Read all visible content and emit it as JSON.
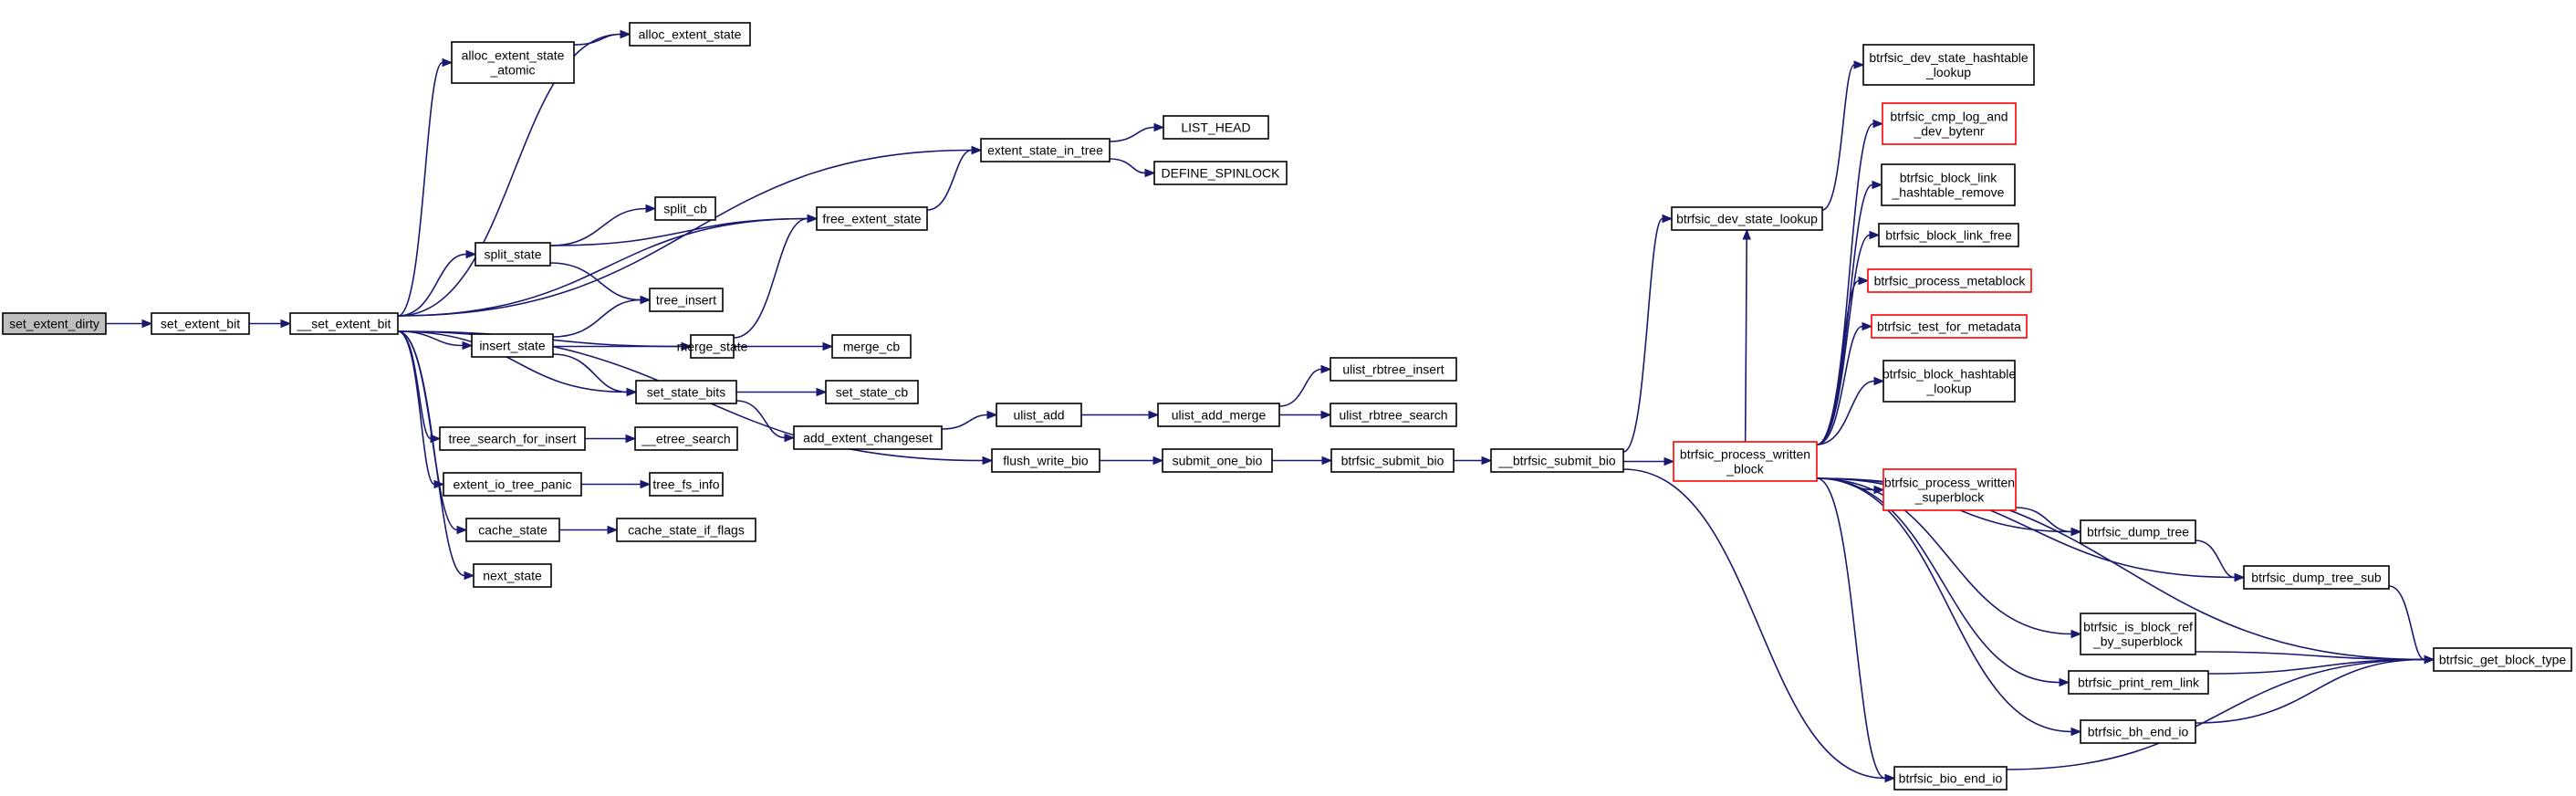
{
  "colors": {
    "edge": "#191970",
    "node_border": "#000000",
    "node_border_truncated": "#ff0000",
    "root_fill": "#bfbfbf",
    "background": "#ffffff"
  },
  "nodes": [
    {
      "id": "set_extent_dirty",
      "lines": [
        "set_extent_dirty"
      ],
      "kind": "root"
    },
    {
      "id": "set_extent_bit",
      "lines": [
        "set_extent_bit"
      ]
    },
    {
      "id": "__set_extent_bit",
      "lines": [
        "__set_extent_bit"
      ]
    },
    {
      "id": "alloc_extent_state",
      "lines": [
        "alloc_extent_state"
      ]
    },
    {
      "id": "alloc_extent_state_atomic",
      "lines": [
        "alloc_extent_state",
        "_atomic"
      ]
    },
    {
      "id": "extent_state_in_tree",
      "lines": [
        "extent_state_in_tree"
      ]
    },
    {
      "id": "LIST_HEAD",
      "lines": [
        "LIST_HEAD"
      ]
    },
    {
      "id": "DEFINE_SPINLOCK",
      "lines": [
        "DEFINE_SPINLOCK"
      ]
    },
    {
      "id": "free_extent_state",
      "lines": [
        "free_extent_state"
      ]
    },
    {
      "id": "split_cb",
      "lines": [
        "split_cb"
      ]
    },
    {
      "id": "split_state",
      "lines": [
        "split_state"
      ]
    },
    {
      "id": "tree_insert",
      "lines": [
        "tree_insert"
      ]
    },
    {
      "id": "insert_state",
      "lines": [
        "insert_state"
      ]
    },
    {
      "id": "merge_state",
      "lines": [
        "merge_state"
      ]
    },
    {
      "id": "merge_cb",
      "lines": [
        "merge_cb"
      ]
    },
    {
      "id": "set_state_bits",
      "lines": [
        "set_state_bits"
      ]
    },
    {
      "id": "set_state_cb",
      "lines": [
        "set_state_cb"
      ]
    },
    {
      "id": "tree_search_for_insert",
      "lines": [
        "tree_search_for_insert"
      ]
    },
    {
      "id": "__etree_search",
      "lines": [
        "__etree_search"
      ]
    },
    {
      "id": "add_extent_changeset",
      "lines": [
        "add_extent_changeset"
      ]
    },
    {
      "id": "ulist_add",
      "lines": [
        "ulist_add"
      ]
    },
    {
      "id": "ulist_add_merge",
      "lines": [
        "ulist_add_merge"
      ]
    },
    {
      "id": "ulist_rbtree_insert",
      "lines": [
        "ulist_rbtree_insert"
      ]
    },
    {
      "id": "ulist_rbtree_search",
      "lines": [
        "ulist_rbtree_search"
      ]
    },
    {
      "id": "flush_write_bio",
      "lines": [
        "flush_write_bio"
      ]
    },
    {
      "id": "submit_one_bio",
      "lines": [
        "submit_one_bio"
      ]
    },
    {
      "id": "btrfsic_submit_bio",
      "lines": [
        "btrfsic_submit_bio"
      ]
    },
    {
      "id": "__btrfsic_submit_bio",
      "lines": [
        "__btrfsic_submit_bio"
      ]
    },
    {
      "id": "extent_io_tree_panic",
      "lines": [
        "extent_io_tree_panic"
      ]
    },
    {
      "id": "tree_fs_info",
      "lines": [
        "tree_fs_info"
      ]
    },
    {
      "id": "cache_state",
      "lines": [
        "cache_state"
      ]
    },
    {
      "id": "cache_state_if_flags",
      "lines": [
        "cache_state_if_flags"
      ]
    },
    {
      "id": "next_state",
      "lines": [
        "next_state"
      ]
    },
    {
      "id": "btrfsic_dev_state_lookup",
      "lines": [
        "btrfsic_dev_state_lookup"
      ]
    },
    {
      "id": "btrfsic_dev_state_hashtable_lookup",
      "lines": [
        "btrfsic_dev_state_hashtable",
        "_lookup"
      ]
    },
    {
      "id": "btrfsic_cmp_log_and_dev_bytenr",
      "lines": [
        "btrfsic_cmp_log_and",
        "_dev_bytenr"
      ],
      "kind": "red"
    },
    {
      "id": "btrfsic_block_link_hashtable_remove",
      "lines": [
        "btrfsic_block_link",
        "_hashtable_remove"
      ]
    },
    {
      "id": "btrfsic_block_link_free",
      "lines": [
        "btrfsic_block_link_free"
      ]
    },
    {
      "id": "btrfsic_process_metablock",
      "lines": [
        "btrfsic_process_metablock"
      ],
      "kind": "red"
    },
    {
      "id": "btrfsic_test_for_metadata",
      "lines": [
        "btrfsic_test_for_metadata"
      ],
      "kind": "red"
    },
    {
      "id": "btrfsic_block_hashtable_lookup",
      "lines": [
        "btrfsic_block_hashtable",
        "_lookup"
      ]
    },
    {
      "id": "btrfsic_process_written_block",
      "lines": [
        "btrfsic_process_written",
        "_block"
      ],
      "kind": "red"
    },
    {
      "id": "btrfsic_process_written_superblock",
      "lines": [
        "btrfsic_process_written",
        "_superblock"
      ],
      "kind": "red"
    },
    {
      "id": "btrfsic_dump_tree",
      "lines": [
        "btrfsic_dump_tree"
      ]
    },
    {
      "id": "btrfsic_dump_tree_sub",
      "lines": [
        "btrfsic_dump_tree_sub"
      ]
    },
    {
      "id": "btrfsic_is_block_ref_by_superblock",
      "lines": [
        "btrfsic_is_block_ref",
        "_by_superblock"
      ]
    },
    {
      "id": "btrfsic_print_rem_link",
      "lines": [
        "btrfsic_print_rem_link"
      ]
    },
    {
      "id": "btrfsic_bh_end_io",
      "lines": [
        "btrfsic_bh_end_io"
      ]
    },
    {
      "id": "btrfsic_bio_end_io",
      "lines": [
        "btrfsic_bio_end_io"
      ]
    },
    {
      "id": "btrfsic_get_block_type",
      "lines": [
        "btrfsic_get_block_type"
      ]
    }
  ],
  "edges": [
    [
      "set_extent_dirty",
      "set_extent_bit"
    ],
    [
      "set_extent_bit",
      "__set_extent_bit"
    ],
    [
      "__set_extent_bit",
      "alloc_extent_state"
    ],
    [
      "__set_extent_bit",
      "alloc_extent_state_atomic"
    ],
    [
      "alloc_extent_state_atomic",
      "alloc_extent_state"
    ],
    [
      "__set_extent_bit",
      "extent_state_in_tree"
    ],
    [
      "extent_state_in_tree",
      "LIST_HEAD"
    ],
    [
      "extent_state_in_tree",
      "DEFINE_SPINLOCK"
    ],
    [
      "__set_extent_bit",
      "free_extent_state"
    ],
    [
      "free_extent_state",
      "extent_state_in_tree"
    ],
    [
      "__set_extent_bit",
      "split_state"
    ],
    [
      "split_state",
      "split_cb"
    ],
    [
      "split_state",
      "free_extent_state"
    ],
    [
      "split_state",
      "tree_insert"
    ],
    [
      "__set_extent_bit",
      "insert_state"
    ],
    [
      "insert_state",
      "tree_insert"
    ],
    [
      "insert_state",
      "merge_state"
    ],
    [
      "insert_state",
      "set_state_bits"
    ],
    [
      "__set_extent_bit",
      "merge_state"
    ],
    [
      "merge_state",
      "free_extent_state"
    ],
    [
      "merge_state",
      "merge_cb"
    ],
    [
      "__set_extent_bit",
      "set_state_bits"
    ],
    [
      "set_state_bits",
      "set_state_cb"
    ],
    [
      "set_state_bits",
      "add_extent_changeset"
    ],
    [
      "add_extent_changeset",
      "ulist_add"
    ],
    [
      "ulist_add",
      "ulist_add_merge"
    ],
    [
      "ulist_add_merge",
      "ulist_rbtree_insert"
    ],
    [
      "ulist_add_merge",
      "ulist_rbtree_search"
    ],
    [
      "__set_extent_bit",
      "tree_search_for_insert"
    ],
    [
      "tree_search_for_insert",
      "__etree_search"
    ],
    [
      "__set_extent_bit",
      "flush_write_bio"
    ],
    [
      "flush_write_bio",
      "submit_one_bio"
    ],
    [
      "submit_one_bio",
      "btrfsic_submit_bio"
    ],
    [
      "btrfsic_submit_bio",
      "__btrfsic_submit_bio"
    ],
    [
      "__set_extent_bit",
      "extent_io_tree_panic"
    ],
    [
      "extent_io_tree_panic",
      "tree_fs_info"
    ],
    [
      "__set_extent_bit",
      "cache_state"
    ],
    [
      "cache_state",
      "cache_state_if_flags"
    ],
    [
      "__set_extent_bit",
      "next_state"
    ],
    [
      "__btrfsic_submit_bio",
      "btrfsic_dev_state_lookup"
    ],
    [
      "__btrfsic_submit_bio",
      "btrfsic_process_written_block"
    ],
    [
      "__btrfsic_submit_bio",
      "btrfsic_bio_end_io"
    ],
    [
      "btrfsic_dev_state_lookup",
      "btrfsic_dev_state_hashtable_lookup"
    ],
    [
      "btrfsic_process_written_block",
      "btrfsic_dev_state_lookup"
    ],
    [
      "btrfsic_process_written_block",
      "btrfsic_cmp_log_and_dev_bytenr"
    ],
    [
      "btrfsic_process_written_block",
      "btrfsic_block_link_hashtable_remove"
    ],
    [
      "btrfsic_process_written_block",
      "btrfsic_block_link_free"
    ],
    [
      "btrfsic_process_written_block",
      "btrfsic_process_metablock"
    ],
    [
      "btrfsic_process_written_block",
      "btrfsic_test_for_metadata"
    ],
    [
      "btrfsic_process_written_block",
      "btrfsic_block_hashtable_lookup"
    ],
    [
      "btrfsic_process_written_block",
      "btrfsic_get_block_type"
    ],
    [
      "btrfsic_process_written_block",
      "btrfsic_process_written_superblock"
    ],
    [
      "btrfsic_process_written_block",
      "btrfsic_dump_tree"
    ],
    [
      "btrfsic_process_written_block",
      "btrfsic_dump_tree_sub"
    ],
    [
      "btrfsic_process_written_block",
      "btrfsic_is_block_ref_by_superblock"
    ],
    [
      "btrfsic_process_written_block",
      "btrfsic_print_rem_link"
    ],
    [
      "btrfsic_process_written_block",
      "btrfsic_bh_end_io"
    ],
    [
      "btrfsic_process_written_block",
      "btrfsic_bio_end_io"
    ],
    [
      "btrfsic_process_written_superblock",
      "btrfsic_dump_tree"
    ],
    [
      "btrfsic_dump_tree",
      "btrfsic_dump_tree_sub"
    ],
    [
      "btrfsic_dump_tree_sub",
      "btrfsic_get_block_type"
    ],
    [
      "btrfsic_is_block_ref_by_superblock",
      "btrfsic_get_block_type"
    ],
    [
      "btrfsic_print_rem_link",
      "btrfsic_get_block_type"
    ],
    [
      "btrfsic_bh_end_io",
      "btrfsic_get_block_type"
    ],
    [
      "btrfsic_bio_end_io",
      "btrfsic_get_block_type"
    ]
  ]
}
